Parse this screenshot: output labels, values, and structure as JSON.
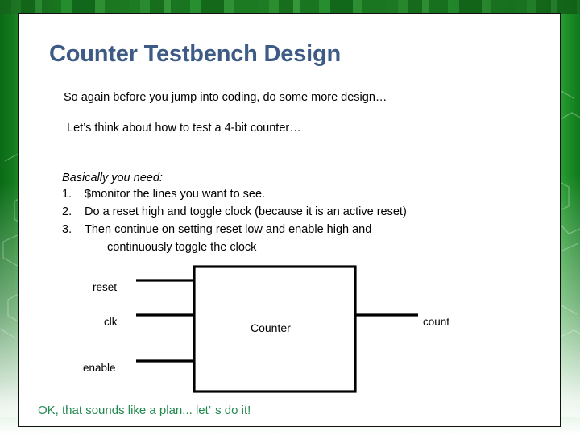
{
  "slide": {
    "title": "Counter Testbench Design",
    "title_color": "#3d5b84",
    "accent_green": "#21884f",
    "panel_bg": "#ffffff"
  },
  "body": {
    "intro_line_1": "So again before you jump into coding, do some more design…",
    "intro_line_2": "Let’s think about how to test a 4-bit counter…",
    "needs_heading": "Basically you need:",
    "needs": [
      {
        "number": "1.",
        "text": "$monitor the lines you want to see."
      },
      {
        "number": "2.",
        "text": "Do a reset high and toggle clock (because it is an active reset)"
      },
      {
        "number": "3.",
        "text": "Then continue on setting reset low and enable high and"
      }
    ],
    "needs_item3_continuation": "continuously toggle the clock"
  },
  "diagram": {
    "block_label": "Counter",
    "inputs": [
      "reset",
      "clk",
      "enable"
    ],
    "outputs": [
      "count"
    ],
    "input_reset": "reset",
    "input_clk": "clk",
    "input_enable": "enable",
    "output_count": "count"
  },
  "footer": {
    "text_before_apostrophe": "OK, that sounds like a plan... let’",
    "text_after_apostrophe": "s do it!",
    "color": "#21884f"
  }
}
